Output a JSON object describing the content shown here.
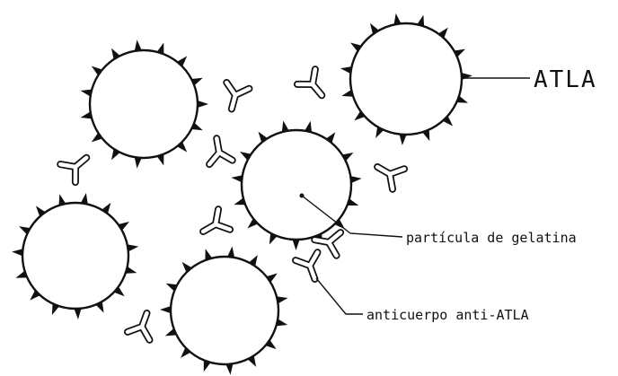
{
  "labels": {
    "atla": "ATLA",
    "gelatin_particle": "partícula de gelatina",
    "antibody": "anticuerpo anti-ATLA"
  },
  "colors": {
    "ink": "#111111",
    "background": "#ffffff"
  }
}
